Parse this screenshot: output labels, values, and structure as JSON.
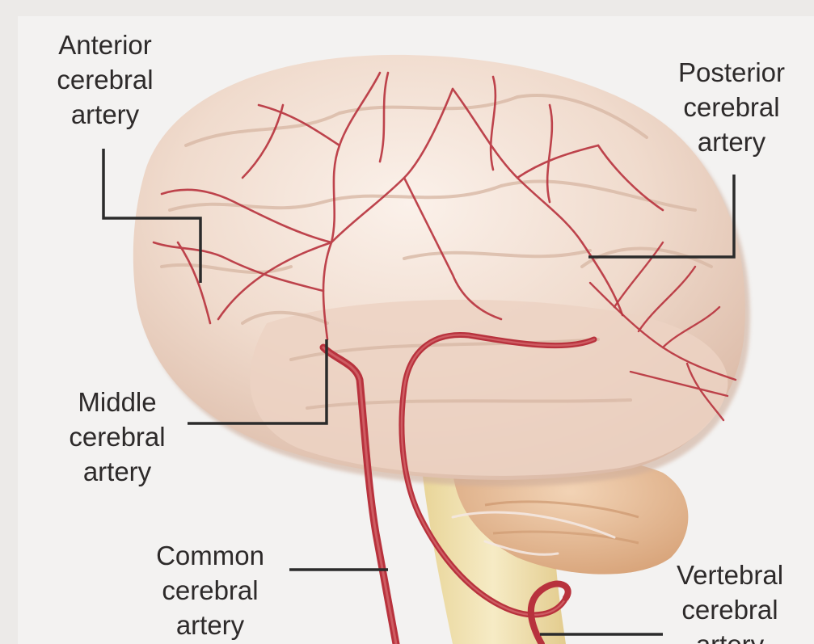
{
  "labels": {
    "anterior": [
      "Anterior",
      "cerebral",
      "artery"
    ],
    "posterior": [
      "Posterior",
      "cerebral",
      "artery"
    ],
    "middle": [
      "Middle",
      "cerebral",
      "artery"
    ],
    "common": [
      "Common",
      "cerebral",
      "artery"
    ],
    "vertebral": [
      "Vertebral",
      "cerebral",
      "artery"
    ]
  },
  "colors": {
    "brain_fill": "#f0dcd0",
    "brain_shadow": "#ddbfae",
    "artery": "#b8323d",
    "artery_light": "#d76d72",
    "cerebellum": "#e4b894",
    "brainstem": "#eedfa6",
    "leader_line": "#2b2b2b",
    "text": "#2d2a2a"
  }
}
